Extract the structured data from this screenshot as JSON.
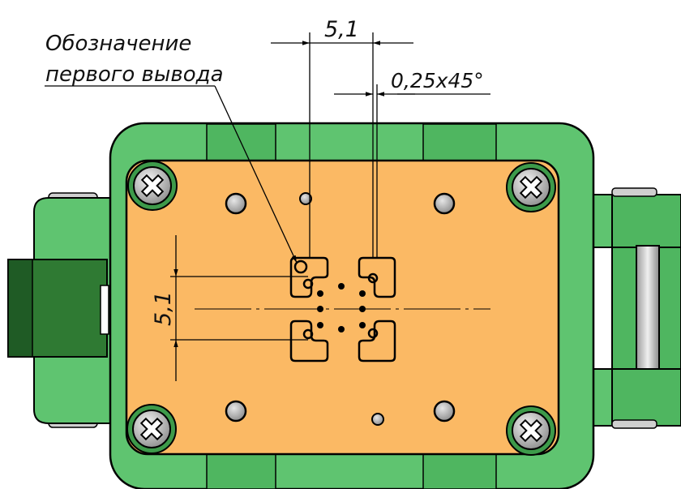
{
  "annotations": {
    "pin1_label_line1": "Обозначение",
    "pin1_label_line2": "первого вывода",
    "dim_top": "5,1",
    "dim_chamfer": "0,25x45°",
    "dim_left": "5,1"
  },
  "colors": {
    "housing": "#5fc470",
    "housing_dark": "#3d9a4a",
    "board": "#fbb964",
    "clip": "#2f7a33",
    "clip_dark": "#1f5b25",
    "line": "#000000",
    "screw": "#c0c0c0",
    "hole": "#b8b8b8"
  }
}
